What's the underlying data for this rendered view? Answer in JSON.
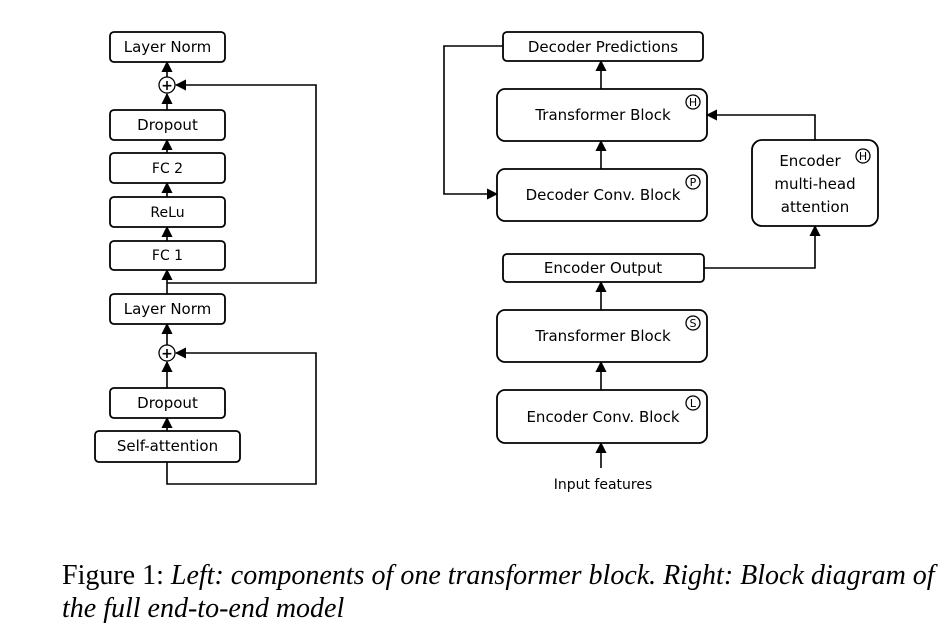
{
  "left": {
    "layer_norm_top": "Layer Norm",
    "dropout_top": "Dropout",
    "fc2": "FC 2",
    "relu": "ReLu",
    "fc1": "FC 1",
    "layer_norm_mid": "Layer Norm",
    "dropout_bottom": "Dropout",
    "self_attention": "Self-attention",
    "plus_symbol": "+"
  },
  "right": {
    "decoder_predictions": "Decoder Predictions",
    "transformer_block_top": "Transformer Block",
    "decoder_conv_block": "Decoder Conv. Block",
    "encoder_mha_line1": "Encoder",
    "encoder_mha_line2": "multi-head",
    "encoder_mha_line3": "attention",
    "encoder_output": "Encoder Output",
    "transformer_block_bottom": "Transformer Block",
    "encoder_conv_block": "Encoder Conv. Block",
    "input_features": "Input features",
    "badges": {
      "transformer_top": "H",
      "decoder_conv": "P",
      "encoder_mha": "H",
      "transformer_bottom": "S",
      "encoder_conv": "L"
    }
  },
  "caption": {
    "prefix": "Figure 1: ",
    "left_label": "Left:",
    "left_text": " components of one transformer block. ",
    "right_label": "Right:",
    "right_text": " Block diagram of the full end-to-end model"
  }
}
